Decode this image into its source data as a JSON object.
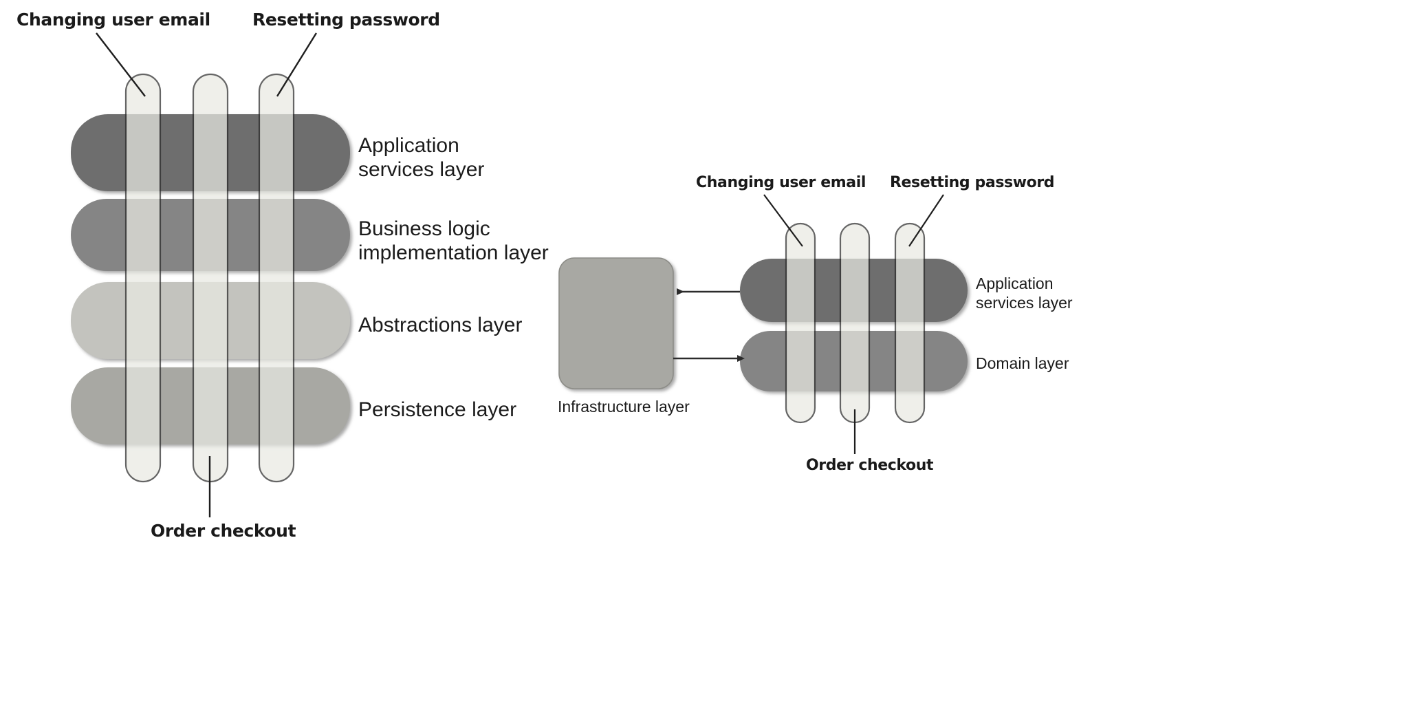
{
  "figure": {
    "type": "architecture-layer-diagram",
    "background": "#ffffff",
    "palette": {
      "layer_dark": "#6e6e6e",
      "layer_mid_dark": "#858585",
      "layer_mid": "#a8a8a3",
      "layer_light": "#c3c3be",
      "usecase_pill": "#e9eae3",
      "stroke": "#2b2b2b",
      "text": "#1b1b1b"
    }
  },
  "left_diagram": {
    "callouts": [
      {
        "label": "Changing user email",
        "target_pill": 0
      },
      {
        "label": "Resetting password",
        "target_pill": 2
      },
      {
        "label": "Order checkout",
        "target_pill": 1
      }
    ],
    "use_case_pills": [
      {
        "name": "Changing user email"
      },
      {
        "name": "Order checkout"
      },
      {
        "name": "Resetting password"
      }
    ],
    "layers": [
      {
        "label": "Application\nservices layer",
        "color": "#6e6e6e"
      },
      {
        "label": "Business logic\nimplementation layer",
        "color": "#858585"
      },
      {
        "label": "Abstractions layer",
        "color": "#c3c3be"
      },
      {
        "label": "Persistence layer",
        "color": "#a8a8a3"
      }
    ]
  },
  "right_diagram": {
    "callouts": [
      {
        "label": "Changing user email",
        "target_pill": 0
      },
      {
        "label": "Resetting password",
        "target_pill": 2
      },
      {
        "label": "Order checkout",
        "target_pill": 1
      }
    ],
    "use_case_pills": [
      {
        "name": "Changing user email"
      },
      {
        "name": "Order checkout"
      },
      {
        "name": "Resetting password"
      }
    ],
    "layers": [
      {
        "label": "Application\nservices layer",
        "color": "#6e6e6e"
      },
      {
        "label": "Domain layer",
        "color": "#858585"
      }
    ],
    "infrastructure_box": {
      "caption": "Infrastructure layer",
      "color": "#a8a8a3"
    },
    "arrows": [
      {
        "name": "application-services-to-infrastructure",
        "direction": "left"
      },
      {
        "name": "infrastructure-to-domain",
        "direction": "right"
      }
    ]
  }
}
